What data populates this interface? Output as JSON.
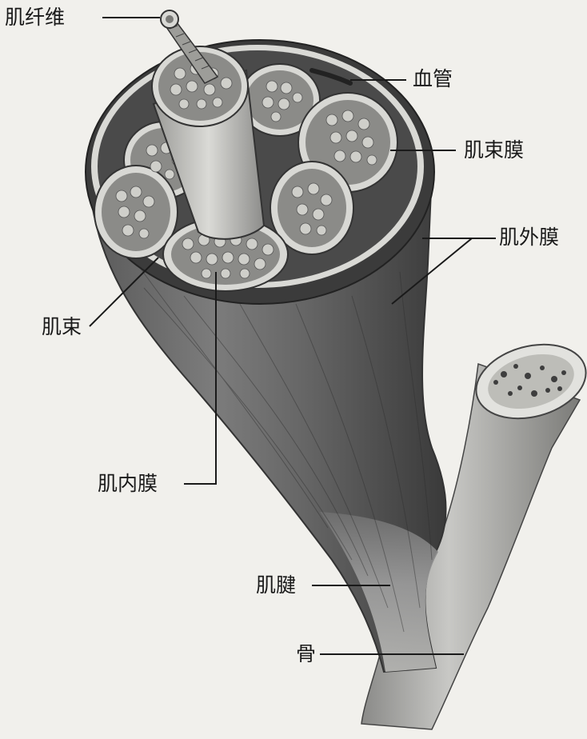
{
  "labels": {
    "muscle_fiber": "肌纤维",
    "blood_vessel": "血管",
    "perimysium": "肌束膜",
    "epimysium": "肌外膜",
    "fascicle": "肌束",
    "endomysium": "肌内膜",
    "tendon": "肌腱",
    "bone": "骨"
  },
  "colors": {
    "background": "#f1f0ec",
    "muscle_dark": "#3e3e3e",
    "muscle_mid": "#6a6a6a",
    "muscle_light": "#9a9a9a",
    "membrane": "#d8d8d4",
    "fiber_cell": "#c9c9c4",
    "line": "#1a1a1a"
  }
}
